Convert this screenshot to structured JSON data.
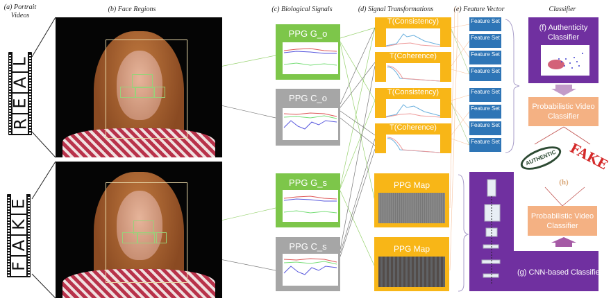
{
  "headers": {
    "a": "(a) Portrait Videos",
    "b": "(b) Face Regions",
    "c": "(c) Biological Signals",
    "d": "(d) Signal Transformations",
    "e": "(e) Feature Vector",
    "cls": "Classifier"
  },
  "films": {
    "real": [
      "R",
      "E",
      "A",
      "L"
    ],
    "fake": [
      "F",
      "A",
      "K",
      "E"
    ]
  },
  "signals": [
    "PPG G_o",
    "PPG C_o",
    "PPG G_s",
    "PPG C_s"
  ],
  "transforms": [
    "T(Consistency)",
    "T(Coherence)",
    "T(Consistency)",
    "T(Coherence)"
  ],
  "maps": [
    "PPG Map",
    "PPG Map"
  ],
  "feature_set": "Feature Set",
  "auth_classifier": "(f) Authenticity Classifier",
  "prob_classifier": "Probabilistic Video Classifier",
  "stamp_authentic": "AUTHENTIC",
  "stamp_fake": "FAKE",
  "h_label": "(h)",
  "cnn_classifier": "(g) CNN-based Classifier",
  "colors": {
    "green": "#7dc64a",
    "grey": "#a6a6a6",
    "orange": "#f8b617",
    "blue": "#2e75b6",
    "purple": "#7030a0",
    "peach": "#f4b183"
  }
}
